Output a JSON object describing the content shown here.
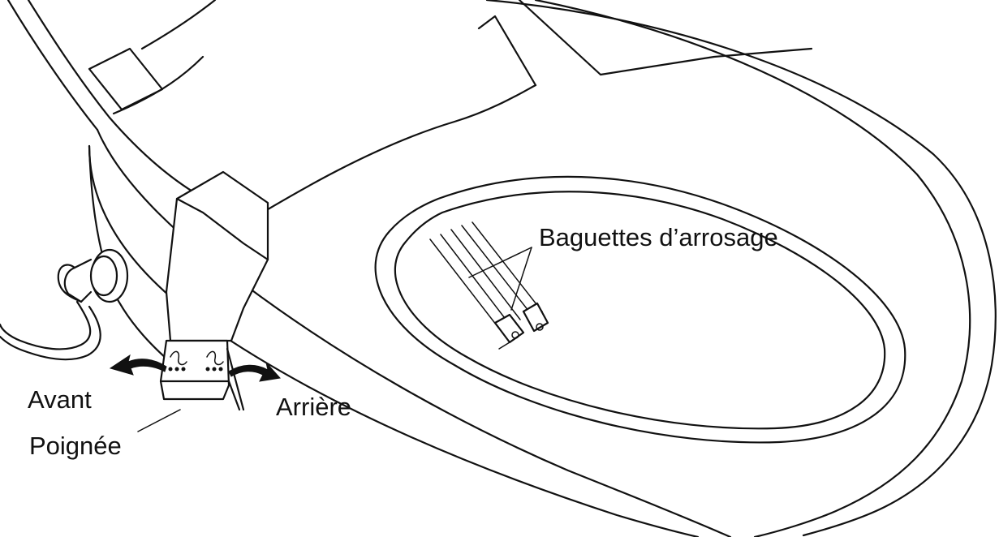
{
  "labels": {
    "spray_wands": "Baguettes d’arrosage",
    "front": "Avant",
    "back": "Arrière",
    "handle": "Poignée"
  },
  "colors": {
    "line": "#111111",
    "background": "#ffffff"
  }
}
